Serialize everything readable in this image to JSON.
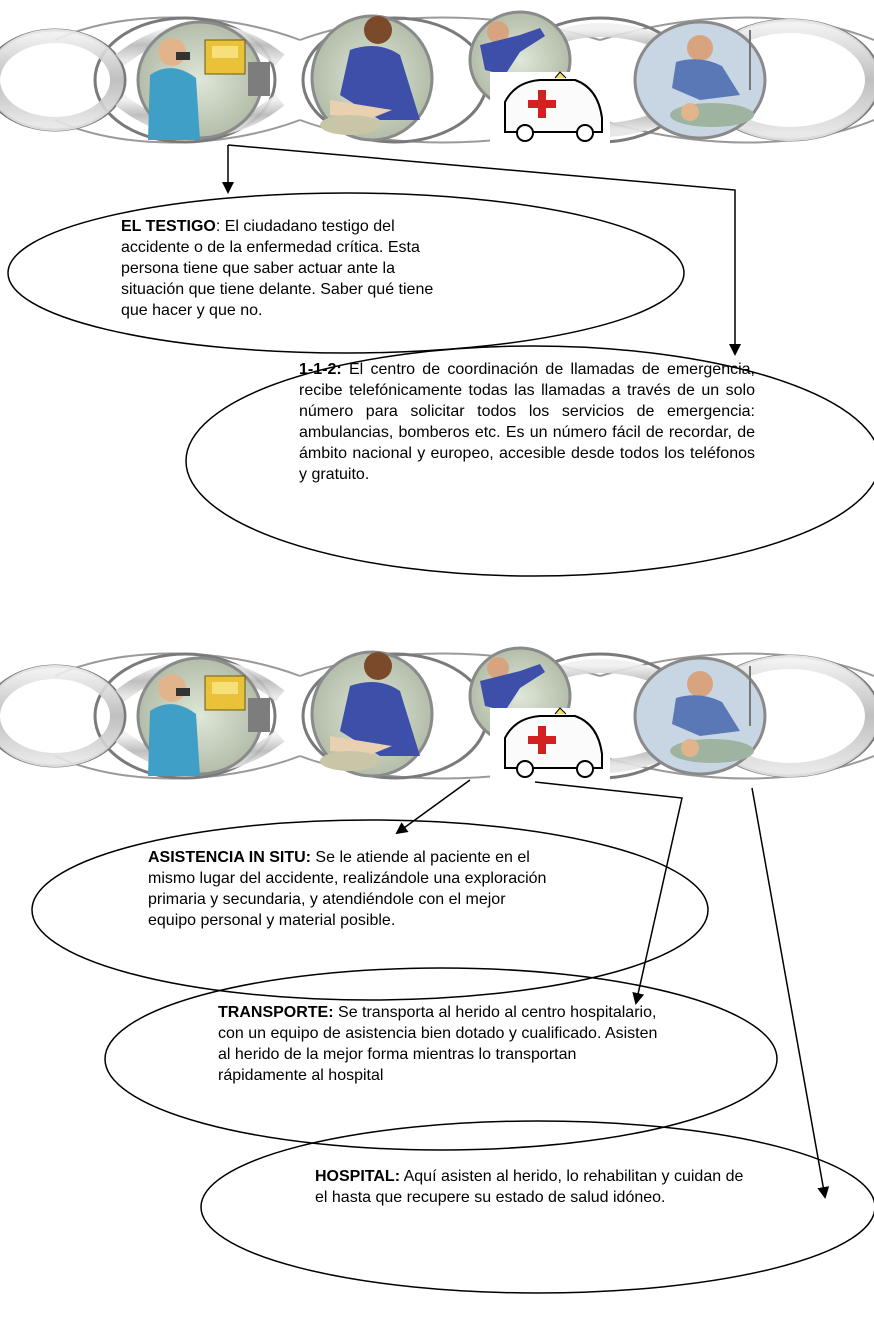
{
  "sections": [
    {
      "id": "chain-first",
      "boxes": [
        {
          "key": "testigo",
          "title": "EL TESTIGO",
          "sep": ": ",
          "body": "El ciudadano testigo del accidente o de la enfermedad crítica. Esta persona tiene que saber actuar ante la situación que tiene delante. Saber qué tiene que hacer y que no."
        },
        {
          "key": "112",
          "title": "1-1-2:",
          "sep": " ",
          "body": "El centro de coordinación de llamadas de emergencia, recibe telefónicamente todas las llamadas a través de un solo número para solicitar todos los servicios de emergencia: ambulancias, bomberos etc. Es un número fácil de recordar, de ámbito nacional y europeo, accesible desde todos los teléfonos y gratuito."
        }
      ]
    },
    {
      "id": "chain-second",
      "boxes": [
        {
          "key": "asistencia",
          "title": "ASISTENCIA IN SITU:",
          "sep": " ",
          "body": "Se le atiende al paciente en el mismo lugar del accidente, realizándole una exploración primaria y secundaria, y atendiéndole con el mejor equipo personal y material posible."
        },
        {
          "key": "transporte",
          "title": "TRANSPORTE:",
          "sep": " ",
          "body": "Se transporta al herido al centro hospitalario, con un equipo de asistencia bien dotado y cualificado. Asisten al herido de la mejor forma mientras lo transportan rápidamente al hospital"
        },
        {
          "key": "hospital",
          "title": "HOSPITAL:",
          "sep": " ",
          "body": "Aquí asisten al herido, lo rehabilitan y cuidan de el hasta que recupere su estado de salud idóneo."
        }
      ]
    }
  ],
  "banner_panels": [
    "phone-witness-icon",
    "cpr-rescuer-icon",
    "ambulance-icon",
    "hospital-care-icon"
  ],
  "colors": {
    "ink": "#000000",
    "chain_light": "#e4e4e4",
    "chain_mid": "#a9a9a9",
    "chain_dark": "#6f6f6f",
    "shirt": "#3d4fa8",
    "ambulance_red": "#d32020"
  }
}
